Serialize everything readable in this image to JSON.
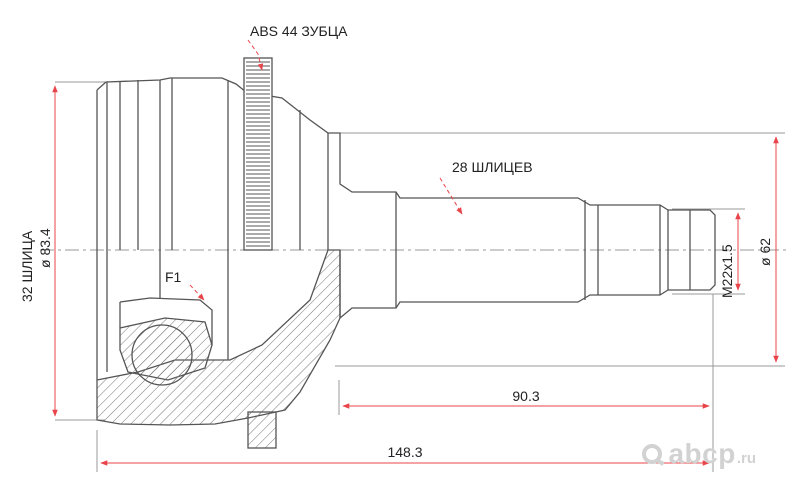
{
  "labels": {
    "abs_teeth": "ABS 44 ЗУБЦА",
    "shaft_splines": "28 ШЛИЦЕВ",
    "inner_splines": "32 ШЛИЦА",
    "outer_diameter": "ø 83.4",
    "thread": "M22x1.5",
    "shaft_diameter": "ø 62",
    "flange_label": "F1",
    "length_shaft": "90.3",
    "length_total": "148.3"
  },
  "watermark": {
    "logo_text": "abcp",
    "logo_tld": ".ru"
  },
  "colors": {
    "outline": "#555555",
    "dimension": "#e8454a",
    "watermark": "#d2d2d2"
  }
}
